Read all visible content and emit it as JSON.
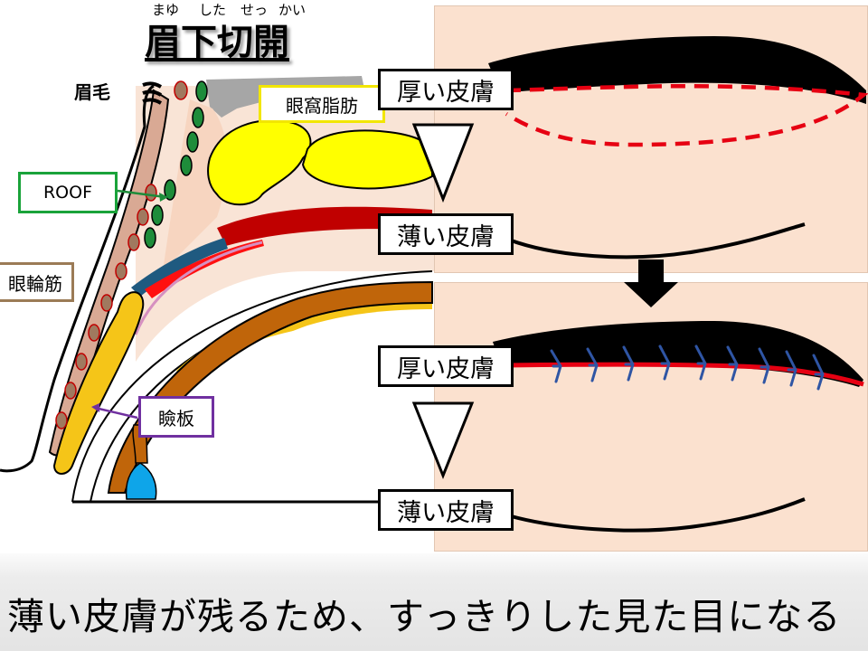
{
  "title": {
    "text": "眉下切開",
    "ruby": [
      "まゆ",
      "した",
      "せっ",
      "かい"
    ]
  },
  "anatomy_labels": {
    "brow": "眉毛",
    "orbital_fat": "眼窩脂肪",
    "roof": "ROOF",
    "orbicularis": "眼輪筋",
    "tarsus": "瞼板"
  },
  "skin_labels": {
    "before_thick": "厚い皮膚",
    "before_thin": "薄い皮膚",
    "after_thick": "厚い皮膚",
    "after_thin": "薄い皮膚"
  },
  "caption": "薄い皮膚が残るため、すっきりした見た目になる",
  "colors": {
    "skin_panel": "#fbe1cf",
    "excision_line": "#e60012",
    "suture": "#2f55a4",
    "orbital_fat": "#ffff00",
    "roof_green": "#1e8c3a",
    "tarsus": "#f5c518",
    "muscle_red": "#c00000",
    "muscle_brown": "#c0650a",
    "label_yellow_border": "#f2e600",
    "label_green_border": "#1aa33a",
    "label_brown_border": "#9b7b56",
    "label_purple_border": "#7030a0"
  },
  "icons": [
    "down-triangle-icon",
    "down-arrow-icon",
    "brow-hair-icon"
  ]
}
